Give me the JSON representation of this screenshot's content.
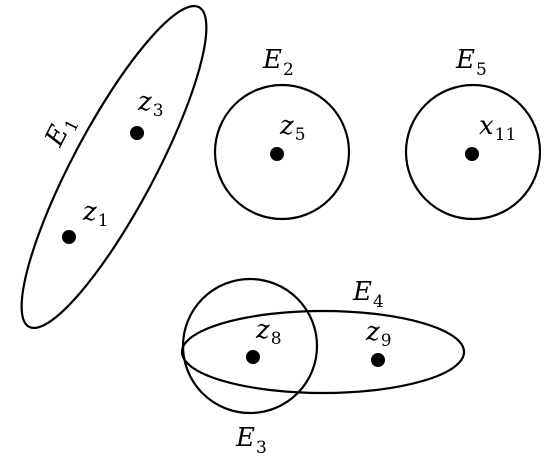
{
  "hyperedges": [
    {
      "id": "E1",
      "base": "E",
      "sub": "1"
    },
    {
      "id": "E2",
      "base": "E",
      "sub": "2"
    },
    {
      "id": "E3",
      "base": "E",
      "sub": "3"
    },
    {
      "id": "E4",
      "base": "E",
      "sub": "4"
    },
    {
      "id": "E5",
      "base": "E",
      "sub": "5"
    }
  ],
  "vertices": [
    {
      "id": "z3",
      "base": "z",
      "sub": "3"
    },
    {
      "id": "z1",
      "base": "z",
      "sub": "1"
    },
    {
      "id": "z5",
      "base": "z",
      "sub": "5"
    },
    {
      "id": "x11",
      "base": "x",
      "sub": "11"
    },
    {
      "id": "z8",
      "base": "z",
      "sub": "8"
    },
    {
      "id": "z9",
      "base": "z",
      "sub": "9"
    }
  ]
}
